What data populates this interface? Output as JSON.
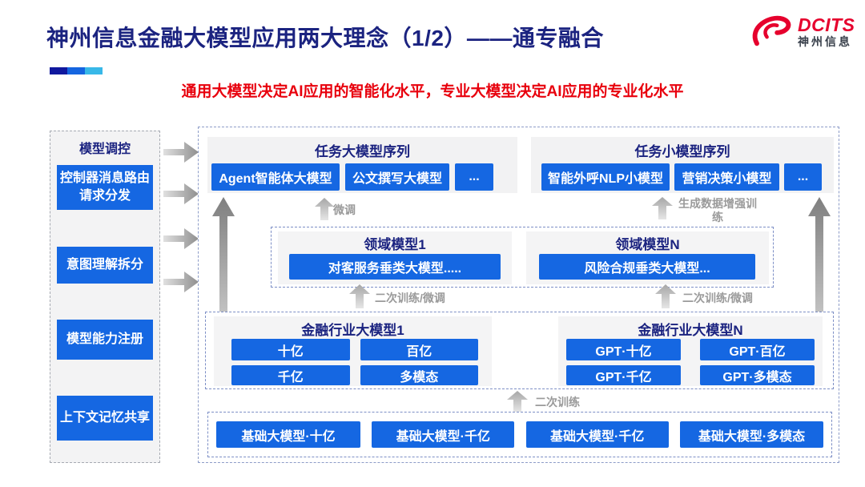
{
  "slide": {
    "title": "神州信息金融大模型应用两大理念（1/2）——通专融合",
    "subtitle": "通用大模型决定AI应用的智能化水平，专业大模型决定AI应用的专业化水平"
  },
  "logo": {
    "brand": "DCITS",
    "brand_cn": "神州信息",
    "icon": "dcits-swoosh-icon",
    "color": "#e6002d"
  },
  "sidebar": {
    "title": "模型调控",
    "items": [
      {
        "label": "控制器消息路由请求分发"
      },
      {
        "label": "意图理解拆分"
      },
      {
        "label": "模型能力注册"
      },
      {
        "label": "上下文记忆共享"
      }
    ]
  },
  "diagram": {
    "task_large": {
      "title": "任务大模型序列",
      "items": [
        "Agent智能体大模型",
        "公文撰写大模型",
        "..."
      ]
    },
    "task_small": {
      "title": "任务小模型序列",
      "items": [
        "智能外呼NLP小模型",
        "营销决策小模型",
        "..."
      ]
    },
    "domain_left": {
      "title": "领域模型1",
      "item": "对客服务垂类大模型....."
    },
    "domain_right": {
      "title": "领域模型N",
      "item": "风险合规垂类大模型..."
    },
    "industry_left": {
      "title": "金融行业大模型1",
      "items": [
        "十亿",
        "百亿",
        "千亿",
        "多模态"
      ]
    },
    "industry_right": {
      "title": "金融行业大模型N",
      "items": [
        "GPT·十亿",
        "GPT·百亿",
        "GPT·千亿",
        "GPT·多模态"
      ]
    },
    "base_items": [
      "基础大模型·十亿",
      "基础大模型·千亿",
      "基础大模型·千亿",
      "基础大模型·多模态"
    ],
    "labels": {
      "finetune": "微调",
      "gen_data_augment": "生成数据增强训练",
      "secondary_train_finetune_left": "二次训练/微调",
      "secondary_train_finetune_right": "二次训练/微调",
      "secondary_train": "二次训练"
    }
  },
  "colors": {
    "title_navy": "#1b2380",
    "subtitle_red": "#e8000d",
    "node_blue": "#1567e2",
    "dashed_border_blue": "#7d8fc6",
    "accent_bar": [
      "#10189e",
      "#1565e0",
      "#38b8e8"
    ],
    "logo_red": "#e6002d"
  },
  "icons": {
    "logo": "dcits-swoosh-icon",
    "sidebar_flow": "right-arrow-icon",
    "training_flow": "up-arrow-icon"
  }
}
